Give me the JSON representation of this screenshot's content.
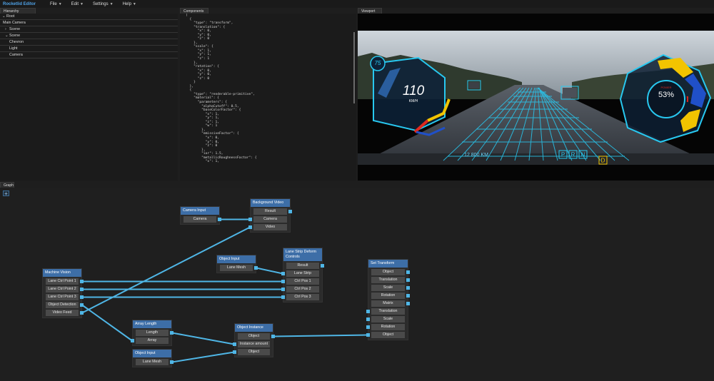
{
  "app": {
    "title": "Rocketlid Editor",
    "menus": [
      "File",
      "Edit",
      "Settings",
      "Help"
    ]
  },
  "tabs": {
    "hierarchy": "Hierarchy",
    "components": "Components",
    "viewport": "Viewport",
    "graph": "Graph"
  },
  "hierarchy": {
    "items": [
      {
        "label": "Root",
        "expander": "⌄",
        "indent": 0
      },
      {
        "label": "Main Camera",
        "expander": "",
        "indent": 0
      },
      {
        "label": "Scene",
        "expander": "›",
        "indent": 1
      },
      {
        "label": "Scene",
        "expander": "⌄",
        "indent": 1
      },
      {
        "label": "Chevron",
        "expander": "",
        "indent": 1
      },
      {
        "label": "Light",
        "expander": "",
        "indent": 1
      },
      {
        "label": "Camera",
        "expander": "",
        "indent": 1
      }
    ]
  },
  "components": {
    "code": "[\n  {\n    \"type\": \"transform\",\n    \"translation\": {\n      \"x\": 0,\n      \"y\": 0,\n      \"z\": 0\n    },\n    \"scale\": {\n      \"x\": 1,\n      \"y\": 1,\n      \"z\": 1\n    },\n    \"rotation\": {\n      \"x\": 0,\n      \"y\": 0,\n      \"z\": 0\n    }\n  },\n  {\n    \"type\": \"renderable-primitive\",\n    \"material\": {\n      \"parameters\": {\n        \"alphaCutoff\": 0.5,\n        \"baseColorFactor\": {\n          \"x\": 1,\n          \"y\": 1,\n          \"z\": 1,\n          \"w\": 1\n        },\n        \"emissiveFactor\": {\n          \"x\": 0,\n          \"y\": 0,\n          \"z\": 0\n        },\n        \"ior\": 1.5,\n        \"metallicRoughnessFactor\": {\n          \"x\": 1,"
  },
  "viewport": {
    "speed": "110",
    "speed_unit": "KM/H",
    "speed_limit": "75",
    "power_label": "POWER",
    "power_value": "53%",
    "odometer": "12 800 KM",
    "gears": [
      "P",
      "R",
      "N",
      "D"
    ],
    "active_gear": "D"
  },
  "graph": {
    "add_label": "+",
    "nodes": {
      "camera_input": {
        "title": "Camera Input",
        "ports": [
          "Camera"
        ]
      },
      "background_video": {
        "title": "Background Video",
        "ports": [
          "Result",
          "Camera",
          "Video"
        ]
      },
      "object_input_1": {
        "title": "Object Input",
        "ports": [
          "Lane Mesh"
        ]
      },
      "lane_strip": {
        "title": "Lane Strip Deform Controls",
        "ports": [
          "Result",
          "Lane Strip",
          "Ctrl Pos 1",
          "Ctrl Pos 2",
          "Ctrl Pos 3"
        ]
      },
      "machine_vision": {
        "title": "Machine Vision",
        "ports": [
          "Lane Ctrl Point 1",
          "Lane Ctrl Point 2",
          "Lane Ctrl Point 3",
          "Object Detection",
          "Video Feed"
        ]
      },
      "array_length": {
        "title": "Array Length",
        "ports": [
          "Length",
          "Array"
        ]
      },
      "object_input_2": {
        "title": "Object Input",
        "ports": [
          "Lane Mesh"
        ]
      },
      "object_instance": {
        "title": "Object Instance",
        "ports": [
          "Object",
          "Instance amount",
          "Object"
        ]
      },
      "set_transform": {
        "title": "Set Transform",
        "ports": [
          "Object",
          "Translation",
          "Scale",
          "Rotation",
          "Matrix",
          "Translation",
          "Scale",
          "Rotation",
          "Object"
        ]
      }
    }
  },
  "colors": {
    "accent": "#3d6ea7",
    "wire": "#4fb6e6",
    "hud_cyan": "#28c8f0",
    "hud_yellow": "#f2c400",
    "hud_red": "#e0281e"
  }
}
